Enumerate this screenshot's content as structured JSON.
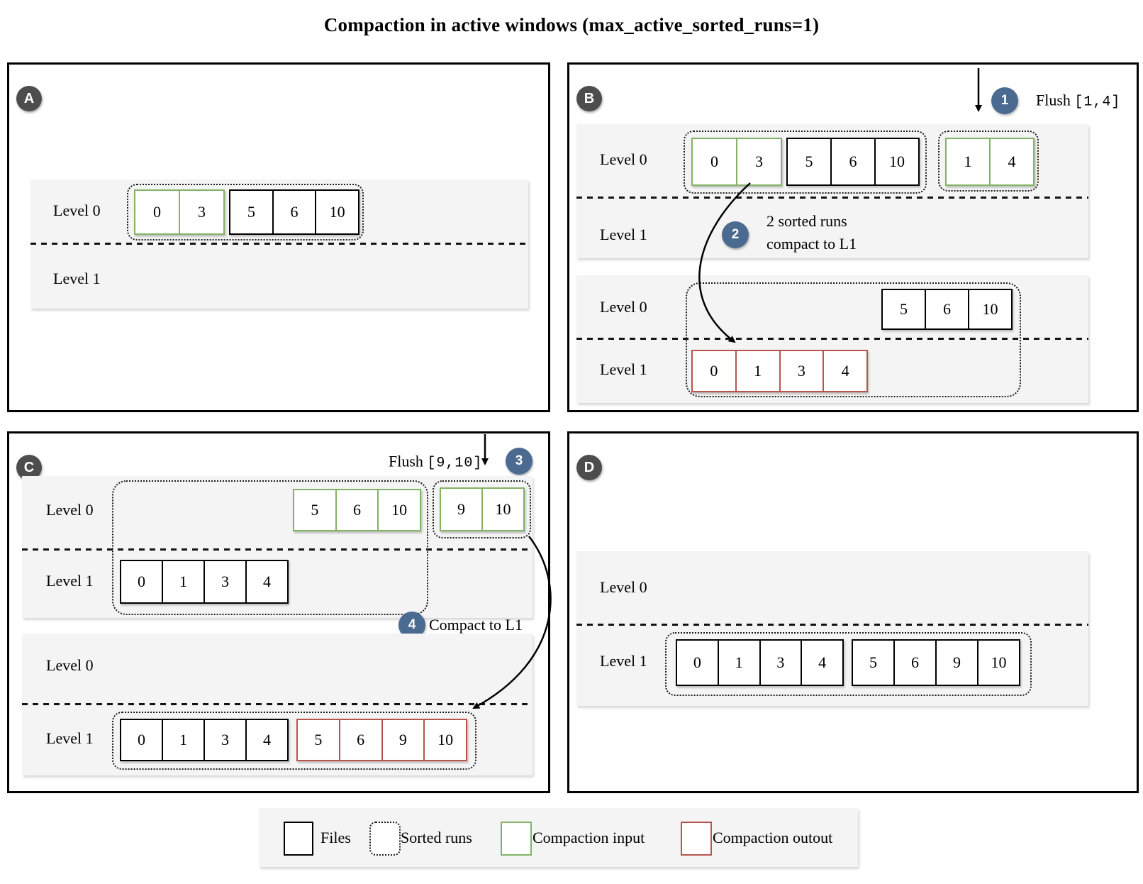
{
  "title": "Compaction in active windows (max_active_sorted_runs=1)",
  "labels": {
    "level0": "Level 0",
    "level1": "Level 1"
  },
  "colors": {
    "compaction_input_green": "#82b366",
    "compaction_output_red": "#b85450",
    "step_badge_blue": "#4a6a8f",
    "panel_badge_gray": "#4d4d4d",
    "band_gray": "#f4f4f4"
  },
  "panels": {
    "a_badge": "A",
    "b_badge": "B",
    "c_badge": "C",
    "d_badge": "D"
  },
  "steps": {
    "step1": {
      "num": "1",
      "label": "Flush",
      "range": "[1,4]"
    },
    "step2": {
      "num": "2",
      "line1": "2 sorted runs",
      "line2": "compact to L1"
    },
    "step3": {
      "num": "3",
      "label": "Flush",
      "range": "[9,10]"
    },
    "step4": {
      "num": "4",
      "text": "Compact to L1"
    }
  },
  "cells": {
    "a_run1_input": [
      "0",
      "3"
    ],
    "a_run1_files": [
      "5",
      "6",
      "10"
    ],
    "b1_run1_input": [
      "0",
      "3"
    ],
    "b1_run1_files": [
      "5",
      "6",
      "10"
    ],
    "b1_run2_input": [
      "1",
      "4"
    ],
    "b2_files": [
      "5",
      "6",
      "10"
    ],
    "b2_output": [
      "0",
      "1",
      "3",
      "4"
    ],
    "c1_input": [
      "5",
      "6",
      "10"
    ],
    "c1_flush_input": [
      "9",
      "10"
    ],
    "c1_files": [
      "0",
      "1",
      "3",
      "4"
    ],
    "c2_files": [
      "0",
      "1",
      "3",
      "4"
    ],
    "c2_output": [
      "5",
      "6",
      "9",
      "10"
    ],
    "d_files1": [
      "0",
      "1",
      "3",
      "4"
    ],
    "d_files2": [
      "5",
      "6",
      "9",
      "10"
    ]
  },
  "legend": {
    "files": "Files",
    "sorted_runs": "Sorted runs",
    "compaction_input": "Compaction input",
    "compaction_output": "Compaction outout"
  }
}
